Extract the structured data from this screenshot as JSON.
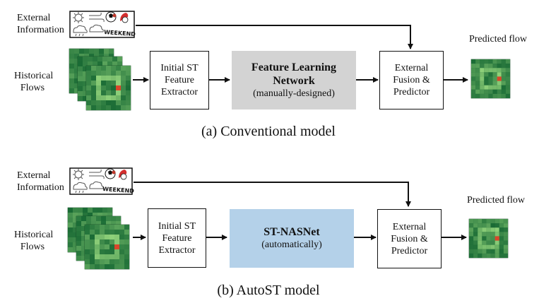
{
  "panel_a": {
    "external_information": [
      "External",
      "Information"
    ],
    "historical_flows": [
      "Historical",
      "Flows"
    ],
    "feature_extractor": [
      "Initial ST",
      "Feature",
      "Extractor"
    ],
    "feature_learning": [
      "Feature Learning",
      "Network"
    ],
    "feature_learning_note": "(manually-designed)",
    "fusion": [
      "External",
      "Fusion &",
      "Predictor"
    ],
    "predicted_flow": "Predicted flow",
    "weekend_text": "WEEKEND",
    "caption": "(a)  Conventional model"
  },
  "panel_b": {
    "external_information": [
      "External",
      "Information"
    ],
    "historical_flows": [
      "Historical",
      "Flows"
    ],
    "feature_extractor": [
      "Initial ST",
      "Feature",
      "Extractor"
    ],
    "st_nasnet": "ST-NASNet",
    "st_nasnet_note": "(automatically)",
    "fusion": [
      "External",
      "Fusion &",
      "Predictor"
    ],
    "predicted_flow": "Predicted flow",
    "weekend_text": "WEEKEND",
    "caption": "(b)  AutoST model"
  },
  "colors": {
    "heatmap_dark": "#1a6b35",
    "heatmap_light": "#8fd17a",
    "grey_box": "#d3d3d3",
    "blue_box": "#b4d1e9"
  }
}
